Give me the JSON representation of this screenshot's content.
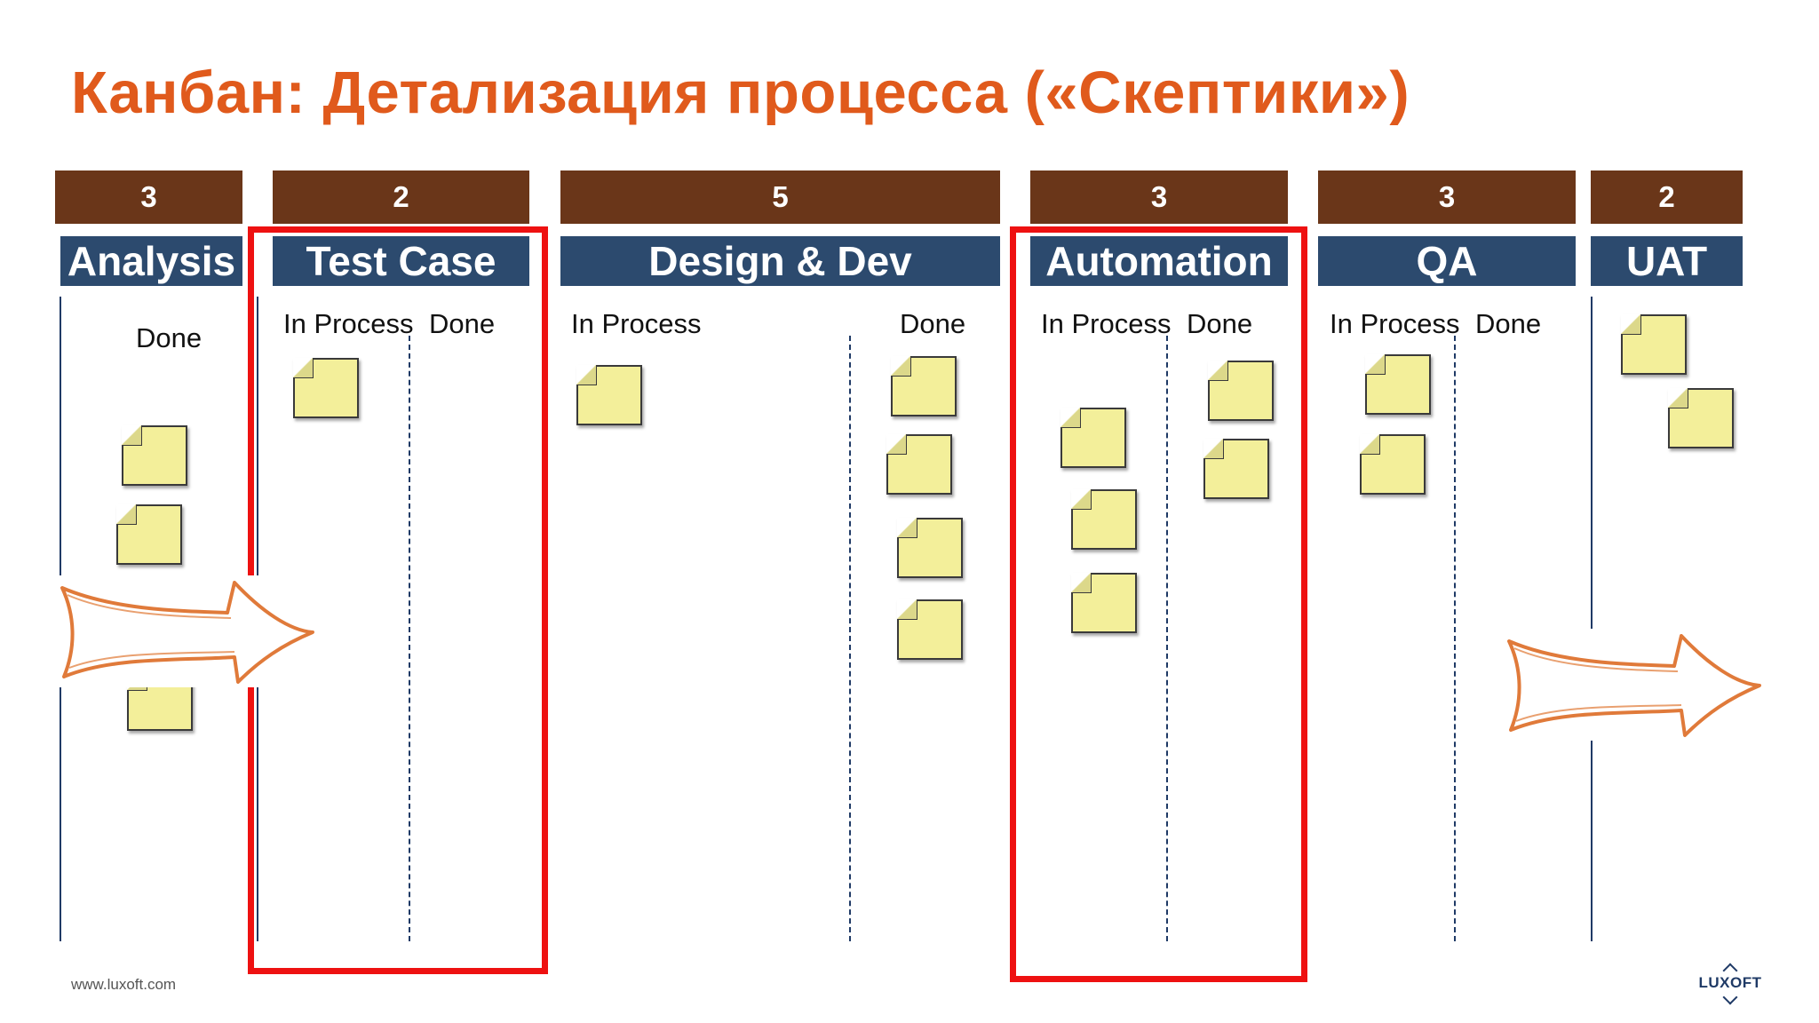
{
  "slide": {
    "title": "Канбан: Детализация процесса («Скептики»)"
  },
  "stages": [
    {
      "name": "Analysis",
      "limit": "3",
      "sub_labels": [
        "Done"
      ]
    },
    {
      "name": "Test Case",
      "limit": "2",
      "sub_labels": [
        "In Process",
        "Done"
      ]
    },
    {
      "name": "Design & Dev",
      "limit": "5",
      "sub_labels": [
        "In Process",
        "Done"
      ]
    },
    {
      "name": "Automation",
      "limit": "3",
      "sub_labels": [
        "In Process",
        "Done"
      ]
    },
    {
      "name": "QA",
      "limit": "3",
      "sub_labels": [
        "In Process",
        "Done"
      ]
    },
    {
      "name": "UAT",
      "limit": "2",
      "sub_labels": []
    }
  ],
  "footer": {
    "url": "www.luxoft.com",
    "logo_text": "LUXOFT"
  },
  "colors": {
    "title": "#e05a1c",
    "limit_box": "#6a3619",
    "stage_header": "#2c4a6e",
    "highlight": "#ee1111",
    "sticky_note": "#f3ef9a",
    "arrow_outline": "#e07a3a"
  }
}
